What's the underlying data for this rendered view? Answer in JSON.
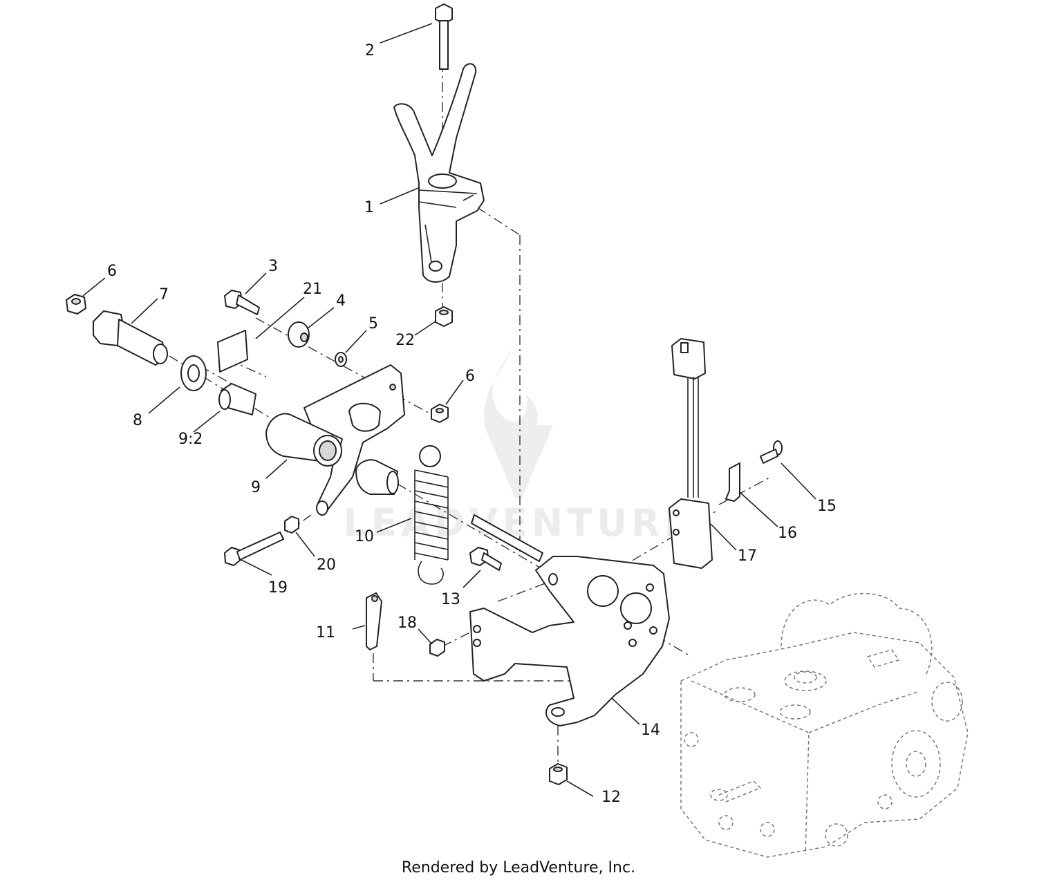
{
  "diagram": {
    "callouts": [
      {
        "id": "1",
        "text": "1"
      },
      {
        "id": "2",
        "text": "2"
      },
      {
        "id": "3",
        "text": "3"
      },
      {
        "id": "4",
        "text": "4"
      },
      {
        "id": "5",
        "text": "5"
      },
      {
        "id": "6a",
        "text": "6"
      },
      {
        "id": "6b",
        "text": "6"
      },
      {
        "id": "7",
        "text": "7"
      },
      {
        "id": "8",
        "text": "8"
      },
      {
        "id": "9",
        "text": "9"
      },
      {
        "id": "9_2",
        "text": "9:2"
      },
      {
        "id": "10",
        "text": "10"
      },
      {
        "id": "11",
        "text": "11"
      },
      {
        "id": "12",
        "text": "12"
      },
      {
        "id": "13",
        "text": "13"
      },
      {
        "id": "14",
        "text": "14"
      },
      {
        "id": "15",
        "text": "15"
      },
      {
        "id": "16",
        "text": "16"
      },
      {
        "id": "17",
        "text": "17"
      },
      {
        "id": "18",
        "text": "18"
      },
      {
        "id": "19",
        "text": "19"
      },
      {
        "id": "20",
        "text": "20"
      },
      {
        "id": "21",
        "text": "21"
      },
      {
        "id": "22",
        "text": "22"
      }
    ],
    "watermark": "LEADVENTURE",
    "footer": "Rendered by LeadVenture, Inc."
  }
}
